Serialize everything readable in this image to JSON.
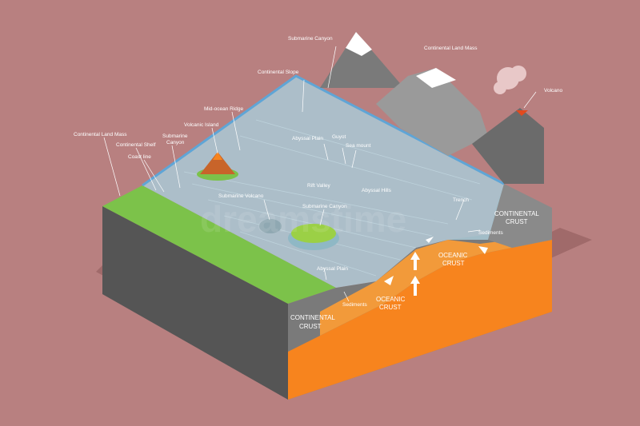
{
  "labels": {
    "submarine_canyon_top": "Submarine Canyon",
    "continental_land_mass_top": "Continental Land Mass",
    "volcano": "Volcano",
    "continental_slope": "Continental Slope",
    "mid_ocean_ridge": "Mid-ocean Ridge",
    "volcanic_island": "Volcanic Island",
    "continental_land_mass_left": "Continental Land Mass",
    "submarine_canyon_left": "Submarine",
    "submarine_canyon_left_2": "Canyon",
    "continental_shelf": "Continental Shelf",
    "coast_line": "Coast line",
    "abyssal_plain_top": "Abyssal Plain",
    "guyot": "Guyot",
    "sea_mount": "Sea mount",
    "rift_valley": "Rift Valley",
    "abyssal_hills": "Abyssal Hills",
    "submarine_volcano": "Submarine Volcano",
    "submarine_canyon_mid": "Submarine Canyon",
    "trench": "Trench",
    "sediments_right": "Sediments",
    "abyssal_plain_bottom": "Abyssal Plain",
    "sediments_bottom": "Sediments"
  },
  "crust_labels": {
    "continental_right_1": "CONTINENTAL",
    "continental_right_2": "CRUST",
    "oceanic_right_1": "OCEANIC",
    "oceanic_right_2": "CRUST",
    "oceanic_mid_1": "OCEANIC",
    "oceanic_mid_2": "CRUST",
    "continental_left_1": "CONTINENTAL",
    "continental_left_2": "CRUST"
  },
  "colors": {
    "background": "#b88080",
    "land_green": "#7cc24a",
    "ocean": "#a9c9d6",
    "ocean_edge": "#5fa5d6",
    "crust_gray": "#7a7a7a",
    "mantle_orange": "#f7841e",
    "mountain": "#8a8a8a",
    "snow": "#ffffff"
  }
}
